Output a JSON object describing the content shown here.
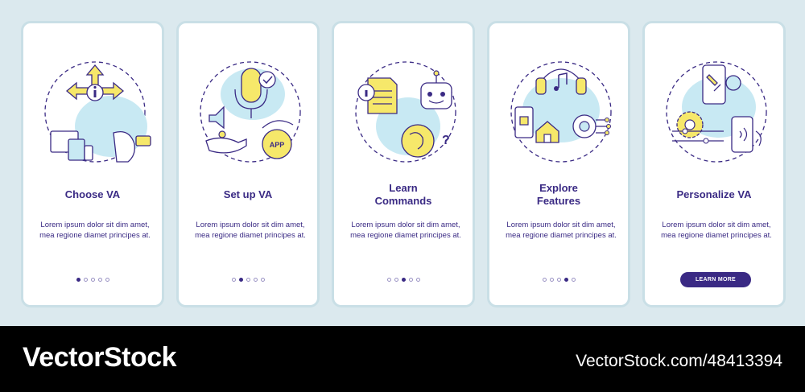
{
  "cards": [
    {
      "title": "Choose VA",
      "body": "Lorem ipsum dolor sit dim amet, mea regione diamet principes at.",
      "active_dot": 1
    },
    {
      "title": "Set up VA",
      "body": "Lorem ipsum dolor sit dim amet, mea regione diamet principes at.",
      "active_dot": 2
    },
    {
      "title": "Learn\nCommands",
      "body": "Lorem ipsum dolor sit dim amet, mea regione diamet principes at.",
      "active_dot": 3
    },
    {
      "title": "Explore\nFeatures",
      "body": "Lorem ipsum dolor sit dim amet, mea regione diamet principes at.",
      "active_dot": 4
    },
    {
      "title": "Personalize VA",
      "body": "Lorem ipsum dolor sit dim amet, mea regione diamet principes at.",
      "button": "LEARN MORE"
    }
  ],
  "icons": [
    "direction-arrows-icon",
    "microphone-check-icon",
    "chatbot-icon",
    "headphones-music-icon",
    "phone-settings-icon"
  ],
  "colors": {
    "accent": "#3a2a84",
    "yellow": "#f6e86a",
    "light_blue": "#c8e9f3",
    "background": "#dbe9ee"
  },
  "footer": {
    "brand": "VectorStock",
    "id": "VectorStock.com/48413394"
  }
}
